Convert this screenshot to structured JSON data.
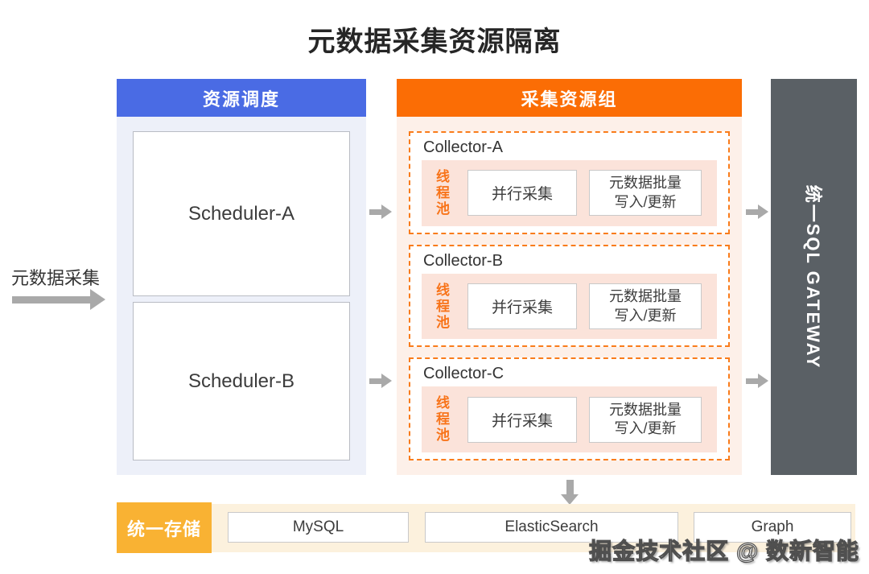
{
  "title": "元数据采集资源隔离",
  "input_flow": {
    "label": "元数据采集"
  },
  "scheduler_panel": {
    "header": "资源调度",
    "nodes": [
      {
        "label": "Scheduler-A"
      },
      {
        "label": "Scheduler-B"
      }
    ]
  },
  "collector_panel": {
    "header": "采集资源组",
    "collectors": [
      {
        "name": "Collector-A",
        "pool_label": "线程池",
        "parallel_collect": "并行采集",
        "batch_write": "元数据批量\n写入/更新"
      },
      {
        "name": "Collector-B",
        "pool_label": "线程池",
        "parallel_collect": "并行采集",
        "batch_write": "元数据批量\n写入/更新"
      },
      {
        "name": "Collector-C",
        "pool_label": "线程池",
        "parallel_collect": "并行采集",
        "batch_write": "元数据批量\n写入/更新"
      }
    ]
  },
  "gateway": {
    "label": "统一SQL GATEWAY"
  },
  "storage": {
    "label": "统一存储",
    "stores": [
      {
        "label": "MySQL"
      },
      {
        "label": "ElasticSearch"
      },
      {
        "label": "Graph"
      }
    ]
  },
  "watermark": "掘金技术社区 @ 数新智能",
  "colors": {
    "scheduler_header": "#4A6BE4",
    "scheduler_body": "#EDF0F9",
    "collector_header": "#FB6D05",
    "collector_body": "#FDF0E9",
    "collector_dashed_border": "#F97C1B",
    "thread_pool_strip": "#FBE3DA",
    "thread_pool_text": "#F8741A",
    "gateway_bg": "#5A6065",
    "storage_label_bg": "#F9B233",
    "storage_bar_bg": "#FCF1DD",
    "arrow": "#A9A9A9",
    "title_text": "#262626"
  }
}
